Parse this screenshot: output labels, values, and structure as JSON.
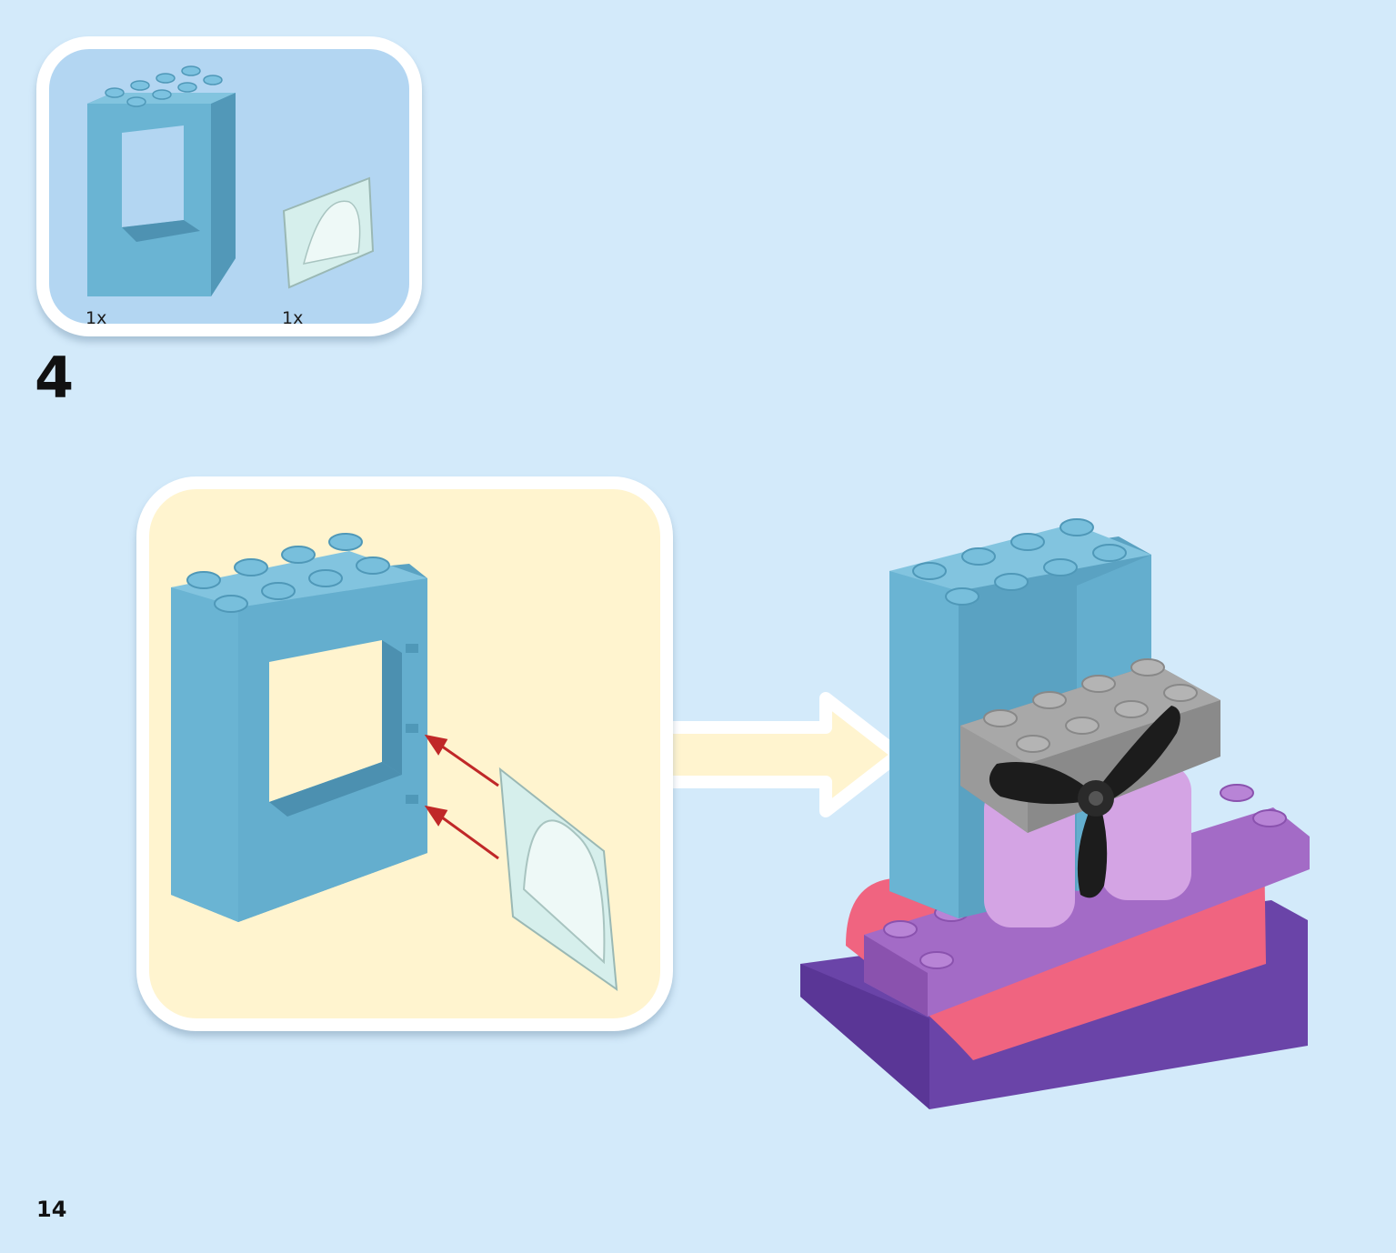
{
  "parts_list": {
    "items": [
      {
        "name": "door-frame-brick",
        "qty": "1x",
        "color": "#6ab4d3"
      },
      {
        "name": "window-arch-piece",
        "qty": "1x",
        "color": "#cfeae6"
      }
    ]
  },
  "step": {
    "number": "4"
  },
  "page": {
    "number": "14"
  },
  "colors": {
    "background": "#d3eafa",
    "parts_panel": "#b3d6f2",
    "callout": "#fff4cf",
    "blue_brick": "#6ab4d3",
    "gray_brick": "#9a9a9a",
    "lilac": "#d4a4e4",
    "purple_plate": "#a36bc6",
    "dark_purple": "#6a44a8",
    "pink": "#f06480",
    "arrow_red": "#c02828"
  },
  "icons": {
    "arrow": "arrow-right-icon",
    "propeller": "propeller-icon"
  }
}
